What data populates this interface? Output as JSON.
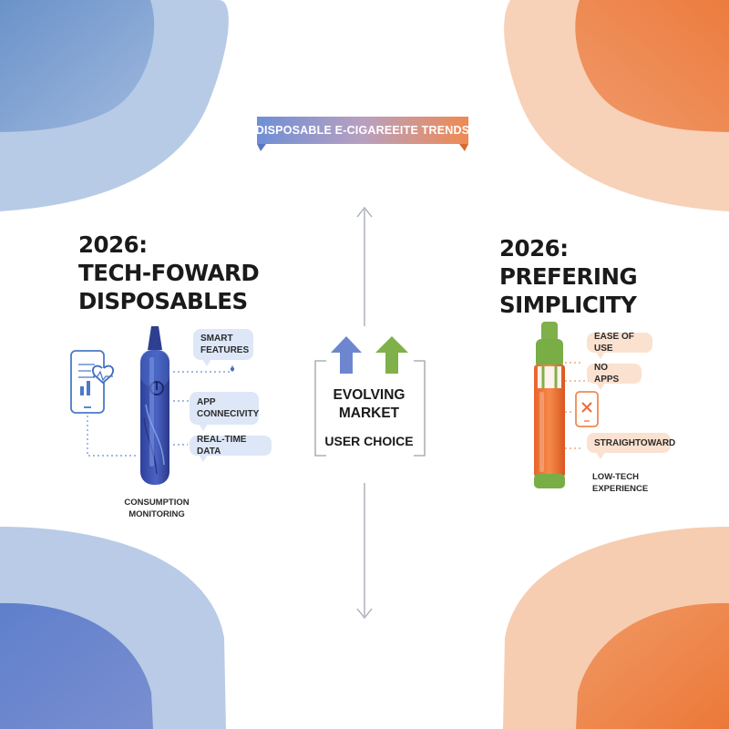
{
  "banner": {
    "text": "DISPOSABLE E-CIGAREEITE TRENDS"
  },
  "left": {
    "heading_line1": "2026:",
    "heading_line2": "TECH-FOWARD",
    "heading_line3": "DISPOSABLES",
    "bubbles": [
      "SMART FEATURES",
      "APP CONNECIVITY",
      "REAL-TIME DATA"
    ],
    "caption_line1": "CONSUMPTION",
    "caption_line2": "MONITORING"
  },
  "center": {
    "label_line1": "EVOLVING",
    "label_line2": "MARKET",
    "label_line3": "USER CHOICE"
  },
  "right": {
    "heading_line1": "2026:",
    "heading_line2": "PREFERING",
    "heading_line3": "SIMPLICITY",
    "bubbles": [
      "EASE OF USE",
      "NO APPS",
      "STRAIGHTOWARD"
    ],
    "caption_line1": "LOW-TECH",
    "caption_line2": "EXPERIENCE"
  },
  "colors": {
    "blue_light": "#b7cbe6",
    "blue_dark": "#6b8fcf",
    "orange_light": "#f6c7a8",
    "orange_dark": "#ec844a",
    "green": "#7fb04a"
  },
  "icons": [
    "phone-heart-chart-icon",
    "arrow-up-blue-icon",
    "arrow-up-green-icon",
    "phone-cross-icon",
    "vertical-double-arrow-icon"
  ]
}
